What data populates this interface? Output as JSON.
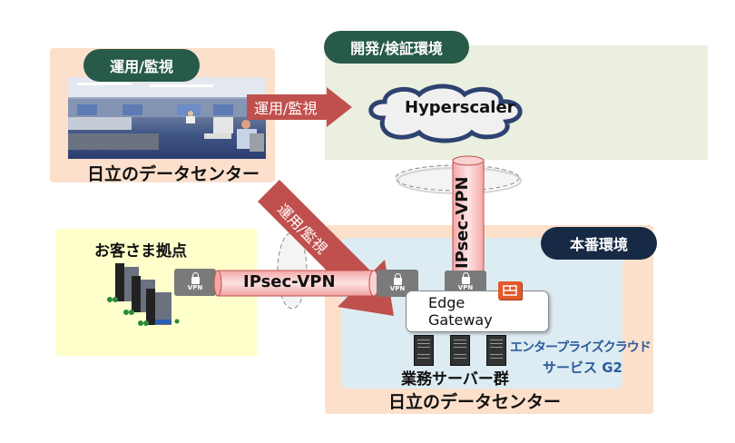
{
  "zones": {
    "ops": {
      "pill_label": "運用/監視",
      "caption": "日立のデータセンター"
    },
    "dev": {
      "pill_label": "開発/検証環境",
      "cloud_label": "Hyperscaler"
    },
    "customer": {
      "title": "お客さま拠点"
    },
    "prod": {
      "pill_label": "本番環境",
      "edge_gateway_line1": "Edge",
      "edge_gateway_line2": "Gateway",
      "servers_label": "業務サーバー群",
      "service_line1": "エンタープライズクラウド",
      "service_line2": "サービス G2",
      "caption": "日立のデータセンター"
    }
  },
  "connections": {
    "ops_to_dev_arrow": "運用/監視",
    "ops_to_prod_arrow": "運用/監視",
    "customer_tunnel": "IPsec-VPN",
    "dev_prod_tunnel": "IPsec-VPN",
    "vpn_badge": "VPN"
  },
  "colors": {
    "pill_green": "#275a48",
    "pill_navy": "#172a45",
    "arrow_red": "#c0504d",
    "cloud_border": "#2e4272",
    "service_blue": "#2e5c99",
    "firewall_orange": "#e2592a"
  }
}
